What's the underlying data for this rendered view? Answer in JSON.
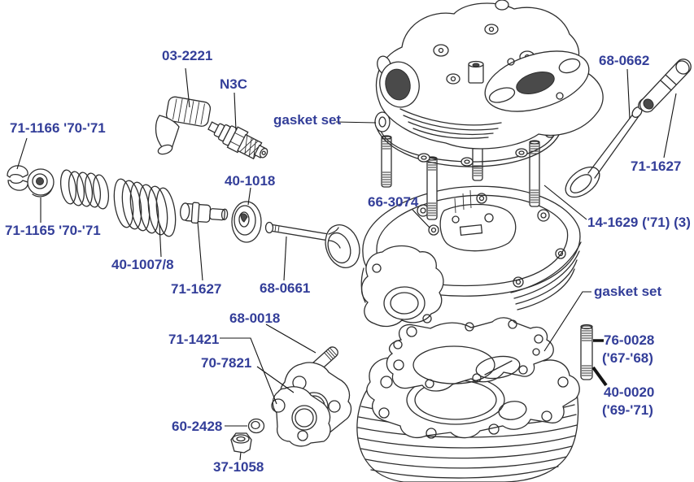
{
  "diagram_title": "cylinder head exploded parts diagram",
  "colors": {
    "label_text": "#333e99",
    "line_art": "#2e2e2e",
    "background": "#ffffff"
  },
  "labels": {
    "plug_cap": "03-2221",
    "spark_plug": "N3C",
    "gasket_set_head": "gasket set",
    "collets": "71-1166 '70-'71",
    "spring_cup": "71-1165 '70-'71",
    "springs": "40-1007/8",
    "inlet_guide": "71-1627",
    "spring_washer": "40-1018",
    "inlet_valve": "68-0661",
    "head_fitting": "66-3074",
    "exhaust_valve": "68-0662",
    "exhaust_guide": "71-1627",
    "head_studs": "14-1629 ('71) (3)",
    "gasket_set_base": "gasket set",
    "stud_early": "76-0028",
    "stud_early_years": "('67-'68)",
    "stud_late": "40-0020",
    "stud_late_years": "('69-'71)",
    "exhaust_stud": "68-0018",
    "gasket_71_1421": "71-1421",
    "gasket_70_7821": "70-7821",
    "washer": "60-2428",
    "nut": "37-1058"
  }
}
